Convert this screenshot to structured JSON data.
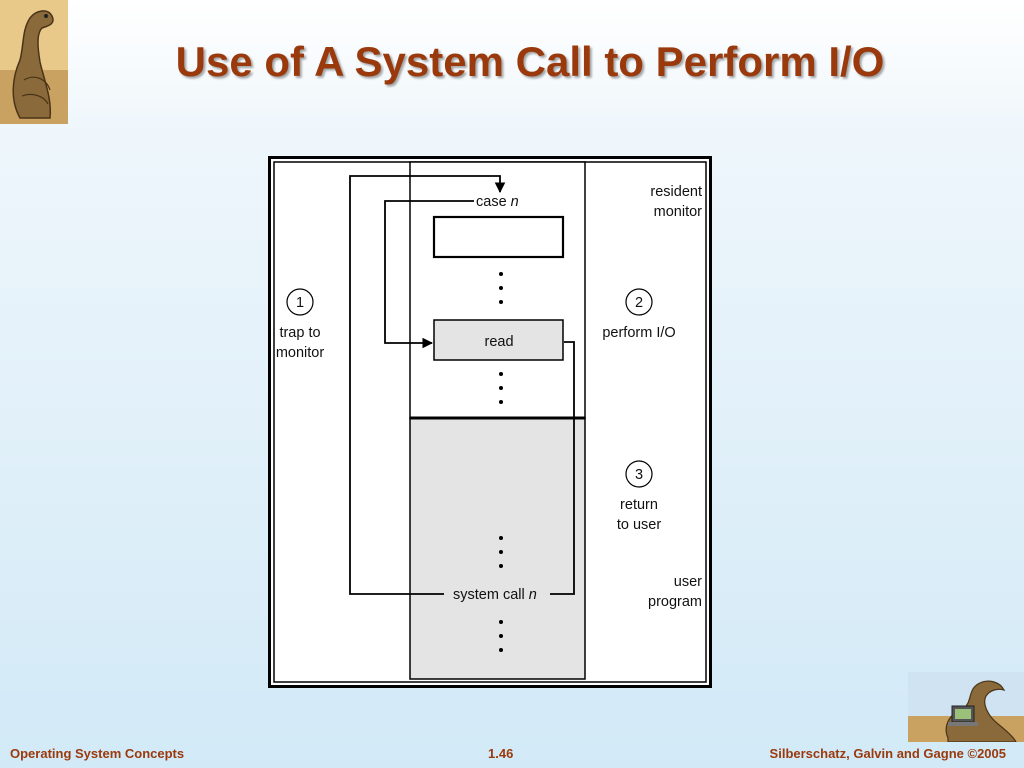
{
  "slide": {
    "title": "Use of A System Call to Perform I/O"
  },
  "diagram": {
    "resident_monitor": [
      "resident",
      "monitor"
    ],
    "case_label": "case",
    "case_var": "n",
    "read_label": "read",
    "step1": {
      "num": "1",
      "lines": [
        "trap to",
        "monitor"
      ]
    },
    "step2": {
      "num": "2",
      "lines": [
        "perform I/O"
      ]
    },
    "step3": {
      "num": "3",
      "lines": [
        "return",
        "to user"
      ]
    },
    "user_program": [
      "user",
      "program"
    ],
    "syscall_label": "system call",
    "syscall_var": "n"
  },
  "footer": {
    "left": "Operating System Concepts",
    "center": "1.46",
    "right": "Silberschatz, Galvin and Gagne ©2005"
  }
}
